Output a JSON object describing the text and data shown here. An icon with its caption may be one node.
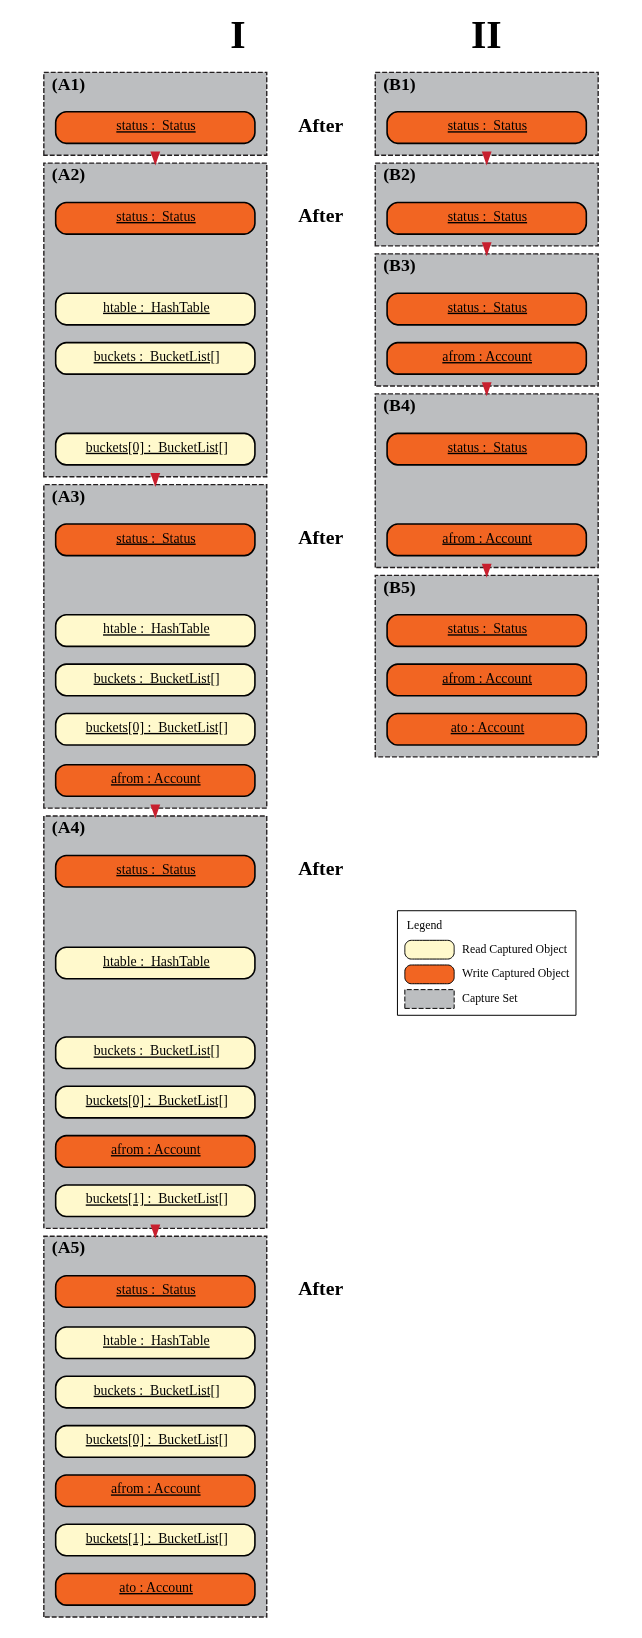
{
  "diagram": {
    "nodes": [
      {
        "text": [
          "(A1)"
        ]
      },
      {
        "text": [
          "status :  Status"
        ],
        "in": 0
      },
      {
        "text": [
          "(B1)"
        ]
      },
      {
        "text": [
          "status :  Status"
        ],
        "in": 2
      },
      {
        "text": [
          "(A2)"
        ]
      },
      {
        "text": [
          "status :  Status"
        ],
        "in": 4
      },
      {
        "text": [
          "htable :  HashTable"
        ],
        "in": 4
      },
      {
        "text": [
          "buckets :  BucketList[]"
        ],
        "in": 4
      },
      {
        "text": [
          "buckets[0] :  BucketList[]"
        ],
        "in": 4
      },
      {
        "text": [
          "(B2)"
        ]
      },
      {
        "text": [
          "status :  Status"
        ],
        "in": 9
      },
      {
        "text": [
          "(A3)"
        ]
      },
      {
        "text": [
          "status :  Status"
        ],
        "in": 11
      },
      {
        "text": [
          "htable :  HashTable"
        ],
        "in": 11
      },
      {
        "text": [
          "buckets :  BucketList[]"
        ],
        "in": 11
      },
      {
        "text": [
          "buckets[0] :  BucketList[]"
        ],
        "in": 11
      },
      {
        "text": [
          "afrom : Account"
        ],
        "in": 11
      },
      {
        "text": [
          "(B3)"
        ]
      },
      {
        "text": [
          "status :  Status"
        ],
        "in": 17
      },
      {
        "text": [
          "afrom : Account"
        ],
        "in": 17
      },
      {
        "text": [
          "(A4)"
        ]
      },
      {
        "text": [
          "status :  Status"
        ],
        "in": 20
      },
      {
        "text": [
          "htable :  HashTable"
        ],
        "in": 20
      },
      {
        "text": [
          "buckets :  BucketList[]"
        ],
        "in": 20
      },
      {
        "text": [
          "buckets[0] :  BucketList[]"
        ],
        "in": 20
      },
      {
        "text": [
          "afrom : Account"
        ],
        "in": 20
      },
      {
        "text": [
          "buckets[1] :  BucketList[]"
        ],
        "in": 20
      },
      {
        "text": [
          "(B4)"
        ]
      },
      {
        "text": [
          "status :  Status"
        ],
        "in": 27
      },
      {
        "text": [
          "afrom : Account"
        ],
        "in": 27
      },
      {
        "text": [
          "(A5)"
        ]
      },
      {
        "text": [
          "status :  Status"
        ],
        "in": 30
      },
      {
        "text": [
          "htable :  HashTable"
        ],
        "in": 30
      },
      {
        "text": [
          "buckets :  BucketList[]"
        ],
        "in": 30
      },
      {
        "text": [
          "buckets[0] :  BucketList[]"
        ],
        "in": 30
      },
      {
        "text": [
          "afrom : Account"
        ],
        "in": 30
      },
      {
        "text": [
          "buckets[1] :  BucketList[]"
        ],
        "in": 30
      },
      {
        "text": [
          "ato : Account"
        ],
        "in": 30
      },
      {
        "text": [
          "(B5)"
        ]
      },
      {
        "text": [
          "status :  Status"
        ],
        "in": 38
      },
      {
        "text": [
          "afrom : Account"
        ],
        "in": 38
      },
      {
        "text": [
          "ato : Account"
        ],
        "in": 38
      }
    ],
    "edges": [
      {
        "from": 0,
        "to": 4,
        "arrow": "to"
      },
      {
        "from": 2,
        "to": 9,
        "arrow": "to"
      },
      {
        "from": 4,
        "to": 11,
        "arrow": "to"
      },
      {
        "from": 9,
        "to": 17,
        "arrow": "to"
      },
      {
        "from": 11,
        "to": 20,
        "arrow": "to"
      },
      {
        "from": 17,
        "to": 27,
        "arrow": "to"
      },
      {
        "from": 20,
        "to": 30,
        "arrow": "to"
      },
      {
        "from": 27,
        "to": 38,
        "arrow": "to"
      }
    ],
    "labels": [
      "I",
      "II",
      "After",
      "After",
      "After",
      "After",
      "After",
      "Legend"
    ],
    "legend": [
      {
        "text": "Read Captured Object",
        "color": "#fff9cc"
      },
      {
        "text": "Write Captured Object",
        "color": "#f26522"
      },
      {
        "text": "Capture Set"
      }
    ]
  }
}
